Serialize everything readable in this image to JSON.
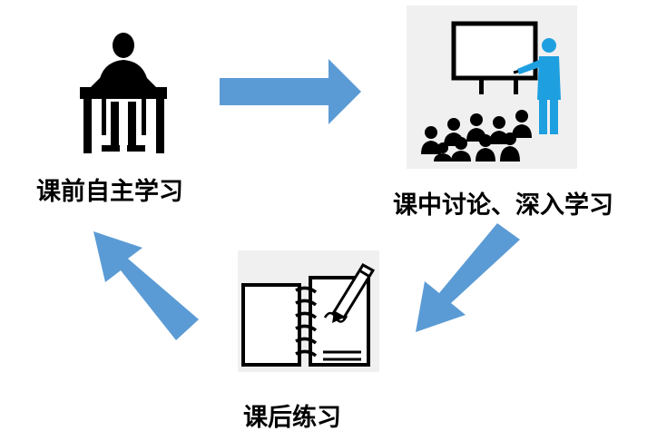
{
  "steps": [
    {
      "label": "课前自主学习",
      "icon": "student-at-desk-icon"
    },
    {
      "label": "课中讨论、深入学习",
      "icon": "teacher-presentation-icon"
    },
    {
      "label": "课后练习",
      "icon": "notebook-pencil-icon"
    }
  ],
  "colors": {
    "arrow": "#5b9bd5",
    "ink": "#000000",
    "screen_fill": "#ffffff",
    "presenter": "#1e9fe0",
    "panel": "#f0f0f0"
  }
}
